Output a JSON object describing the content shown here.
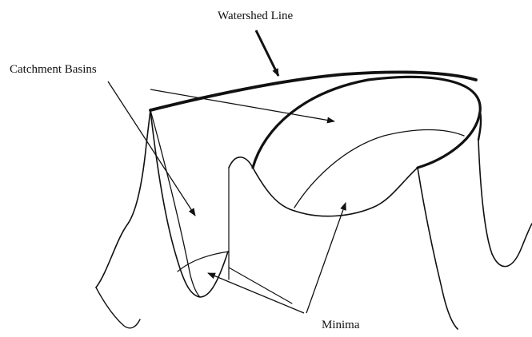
{
  "labels": {
    "watershed_line": "Watershed Line",
    "catchment_basins": "Catchment Basins",
    "minima": "Minima"
  },
  "colors": {
    "ink": "#111111",
    "background": "#ffffff"
  }
}
